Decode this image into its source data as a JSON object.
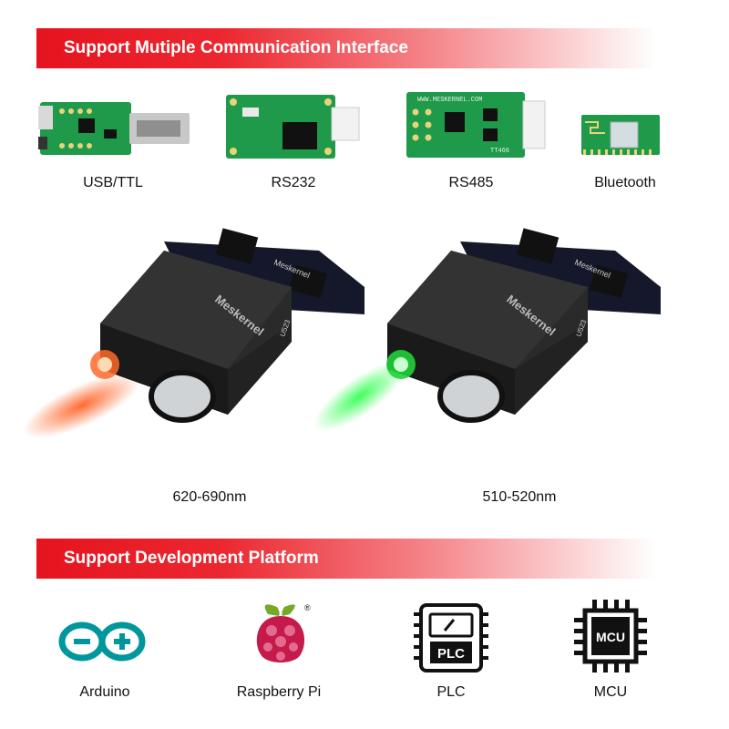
{
  "banners": {
    "interface": "Support Mutiple Communication Interface",
    "platform": "Support Development Platform"
  },
  "interfaces": [
    {
      "label": "USB/TTL"
    },
    {
      "label": "RS232"
    },
    {
      "label": "RS485"
    },
    {
      "label": "Bluetooth"
    }
  ],
  "modules": [
    {
      "wavelength": "620-690nm",
      "laser_color": "#ff5a1a"
    },
    {
      "wavelength": "510-520nm",
      "laser_color": "#2cff4a"
    }
  ],
  "board_text": {
    "brand": "Meskernel",
    "model": "U523",
    "url": "WWW.MESKERNEL.COM",
    "part": "TT466"
  },
  "platforms": [
    {
      "label": "Arduino"
    },
    {
      "label": "Raspberry Pi"
    },
    {
      "label": "PLC",
      "icon_text": "PLC"
    },
    {
      "label": "MCU",
      "icon_text": "MCU"
    }
  ],
  "colors": {
    "banner_red": "#e5141f",
    "pcb_green": "#1f9a4a",
    "arduino_teal": "#00979c",
    "raspberry_red": "#c51a4a"
  }
}
